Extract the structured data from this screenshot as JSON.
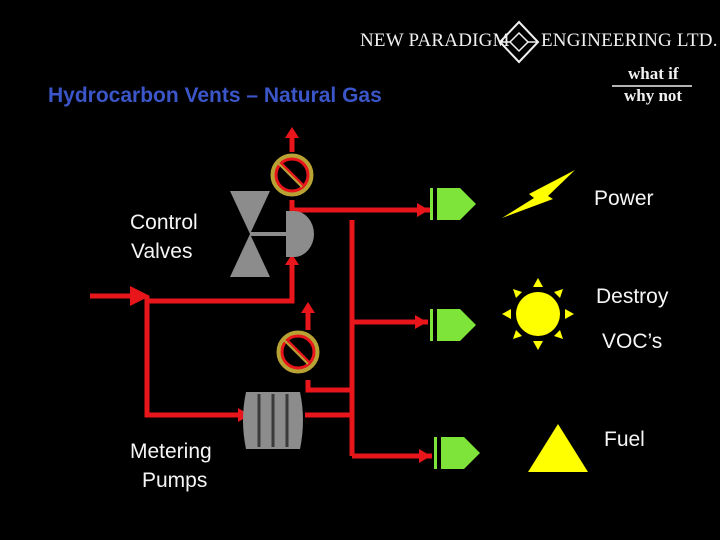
{
  "header": {
    "company_left": "NEW PARADIGM",
    "company_right": "ENGINEERING LTD.",
    "tagline_1": "what if",
    "tagline_2": "why not"
  },
  "title": "Hydrocarbon Vents – Natural Gas",
  "labels": {
    "control_valves_1": "Control",
    "control_valves_2": "Valves",
    "metering_pumps_1": "Metering",
    "metering_pumps_2": "Pumps"
  },
  "outputs": {
    "power": "Power",
    "destroy_1": "Destroy",
    "destroy_2": "VOC’s",
    "fuel": "Fuel"
  },
  "icons": [
    "logo-cube-icon",
    "prohibited-icon",
    "valve-icon",
    "actuator-icon",
    "pump-icon",
    "output-arrow-icon",
    "lightning-bolt-icon",
    "sun-icon",
    "flame-triangle-icon"
  ],
  "colors": {
    "background": "#000000",
    "pipe": "#e8161b",
    "title": "#3b56c8",
    "arrow_green": "#7fe43a",
    "yellow": "#ffff00",
    "valve_gray": "#8c8c8c"
  }
}
